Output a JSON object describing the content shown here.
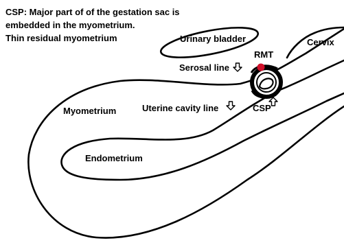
{
  "caption": {
    "line1": "CSP: Major part of of the gestation sac is",
    "line2": "embedded in the myometrium.",
    "line3": "Thin residual myometrium"
  },
  "labels": {
    "urinary_bladder": "Urinary bladder",
    "cervix": "Cervix",
    "rmt": "RMT",
    "serosal_line": "Serosal line",
    "myometrium": "Myometrium",
    "uterine_cavity_line": "Uterine cavity line",
    "csp": "CSP",
    "endometrium": "Endometrium"
  },
  "icons": {
    "down_arrow": "down-arrow-icon",
    "up_arrow": "up-arrow-icon"
  },
  "colors": {
    "ink": "#000000",
    "rmt_marker": "#d0102a",
    "background": "#ffffff"
  }
}
